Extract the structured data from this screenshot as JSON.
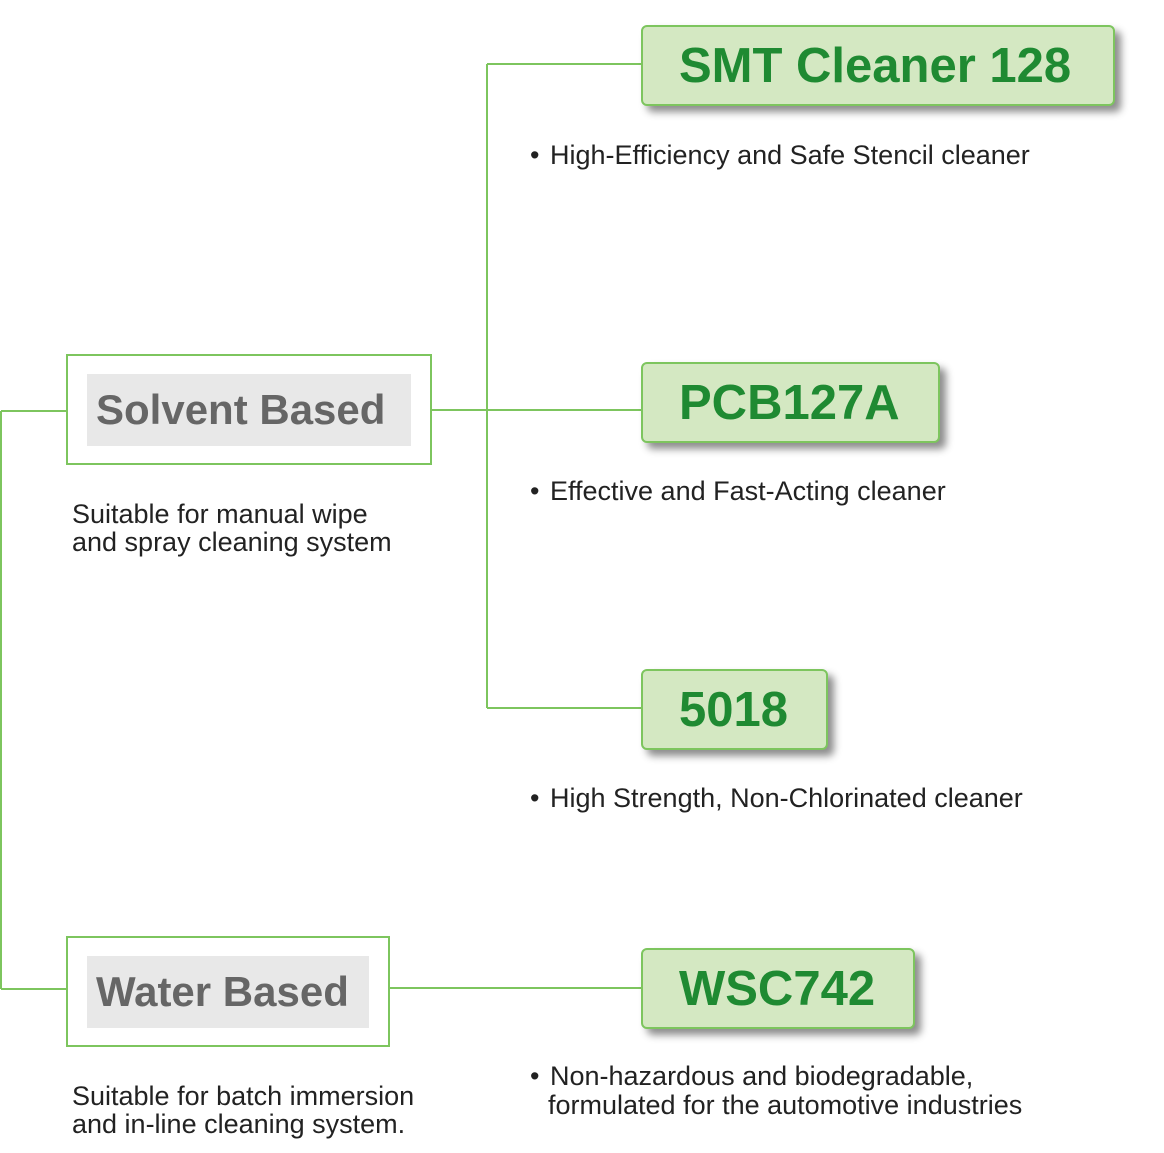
{
  "colors": {
    "connector": "#7dc55e",
    "category_label_bg": "#e8e8e8",
    "category_label_text": "#666666",
    "product_bg": "#d4e8c2",
    "product_text": "#1f8a32",
    "body_text": "#222222"
  },
  "categories": [
    {
      "label": "Solvent Based",
      "desc_line1": "Suitable for manual wipe",
      "desc_line2": "and spray cleaning system"
    },
    {
      "label": "Water Based",
      "desc_line1": "Suitable for batch immersion",
      "desc_line2": "and in-line cleaning system."
    }
  ],
  "bullet": "•",
  "products": [
    {
      "name": "SMT Cleaner 128",
      "desc_line1": "High-Efficiency and Safe Stencil cleaner",
      "desc_line2": ""
    },
    {
      "name": "PCB127A",
      "desc_line1": "Effective and Fast-Acting cleaner",
      "desc_line2": ""
    },
    {
      "name": "5018",
      "desc_line1": "High Strength, Non-Chlorinated cleaner",
      "desc_line2": ""
    },
    {
      "name": "WSC742",
      "desc_line1": "Non-hazardous and biodegradable,",
      "desc_line2": "formulated for the automotive industries"
    }
  ]
}
